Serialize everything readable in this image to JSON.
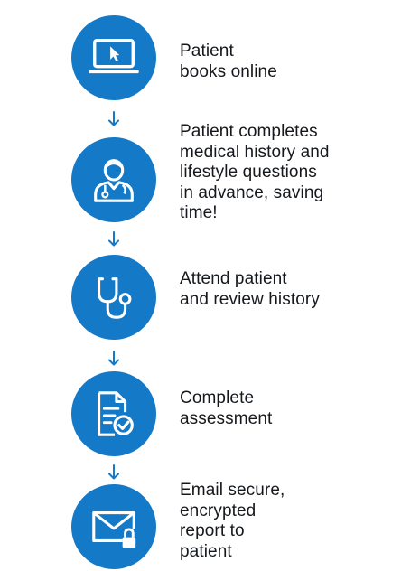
{
  "accent_color": "#1479c7",
  "steps": [
    {
      "icon": "laptop-cursor-icon",
      "text": "Patient\nbooks online"
    },
    {
      "icon": "doctor-icon",
      "text": "Patient completes\nmedical history and\nlifestyle questions\nin advance, saving\ntime!"
    },
    {
      "icon": "stethoscope-icon",
      "text": "Attend patient\nand review history"
    },
    {
      "icon": "document-check-icon",
      "text": "Complete\nassessment"
    },
    {
      "icon": "envelope-lock-icon",
      "text": "Email secure,\nencrypted\nreport to\npatient"
    }
  ]
}
